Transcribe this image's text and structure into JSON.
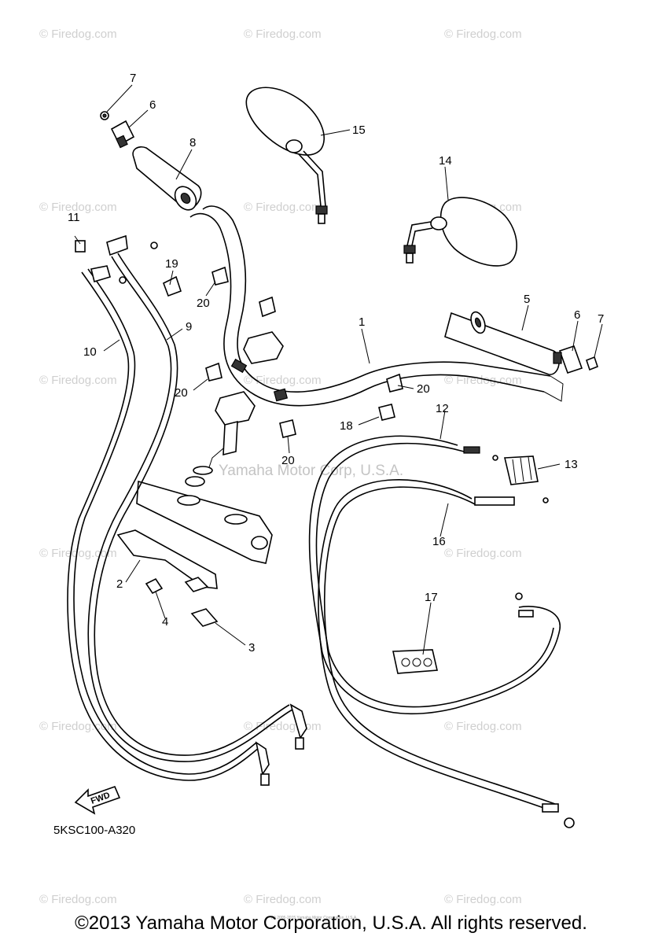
{
  "diagram": {
    "part_code": "5KSC100-A320",
    "watermark_repeat": "© Firedog.com",
    "watermark_center": "Yamaha Motor Corp, U.S.A.",
    "small_print": "(c) 2005-2015 Yamaha Motor Corporation, U.S.A.",
    "arrow_label": "FWD",
    "callouts": {
      "c1": "1",
      "c2": "2",
      "c3": "3",
      "c4": "4",
      "c5": "5",
      "c6a": "6",
      "c6b": "6",
      "c7a": "7",
      "c7b": "7",
      "c8": "8",
      "c9": "9",
      "c10": "10",
      "c11": "11",
      "c12": "12",
      "c13": "13",
      "c14": "14",
      "c15": "15",
      "c16": "16",
      "c17": "17",
      "c18": "18",
      "c19": "19",
      "c20a": "20",
      "c20b": "20",
      "c20c": "20",
      "c20d": "20"
    }
  },
  "footer": {
    "copyright": "©2013 Yamaha Motor Corporation, U.S.A. All rights reserved."
  }
}
